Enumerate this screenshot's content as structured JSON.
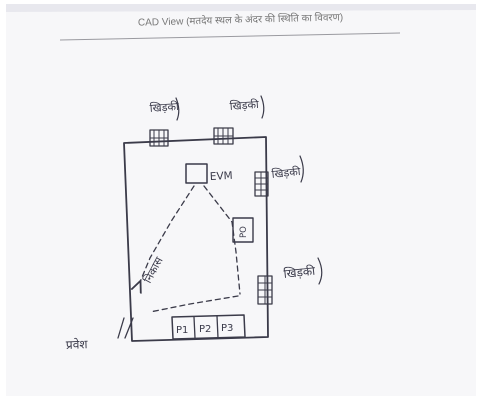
{
  "header": {
    "title": "CAD View (मतदेय स्थल के अंदर की स्थिति का विवरण)"
  },
  "sketch": {
    "windows": [
      "खिड़की",
      "खिड़की",
      "खिड़की",
      "खिड़की"
    ],
    "evm_label": "EVM",
    "presiding_officer_label": "PO",
    "exit_label": "निकास",
    "entrance_label": "प्रवेश",
    "polling_officers": [
      "P1",
      "P2",
      "P3"
    ]
  }
}
